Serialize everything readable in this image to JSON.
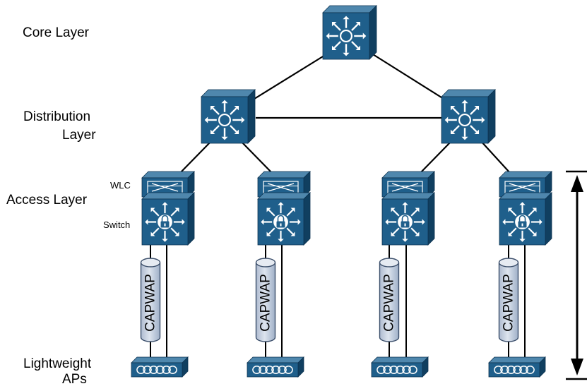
{
  "layers": {
    "core": "Core Layer",
    "distribution_line1": "Distribution",
    "distribution_line2": "Layer",
    "access": "Access Layer",
    "lightweight_line1": "Lightweight",
    "lightweight_line2": "APs"
  },
  "device_labels": {
    "wlc": "WLC",
    "switch": "Switch"
  },
  "tunnel_label": "CAPWAP",
  "colors": {
    "device_face": "#1f5f8b",
    "device_top": "#4f87ad",
    "device_side": "#103f60",
    "tunnel_fill": "#c9d3e2",
    "tunnel_stroke": "#3c4f6b",
    "line": "#000000",
    "icon": "#ffffff"
  },
  "icons": {
    "core_switch": "multilayer-switch-icon",
    "distribution_switch": "multilayer-switch-icon",
    "wlc": "wireless-lan-controller-icon",
    "access_switch": "secure-switch-icon",
    "ap": "lightweight-ap-icon",
    "span": "double-arrow-icon"
  }
}
